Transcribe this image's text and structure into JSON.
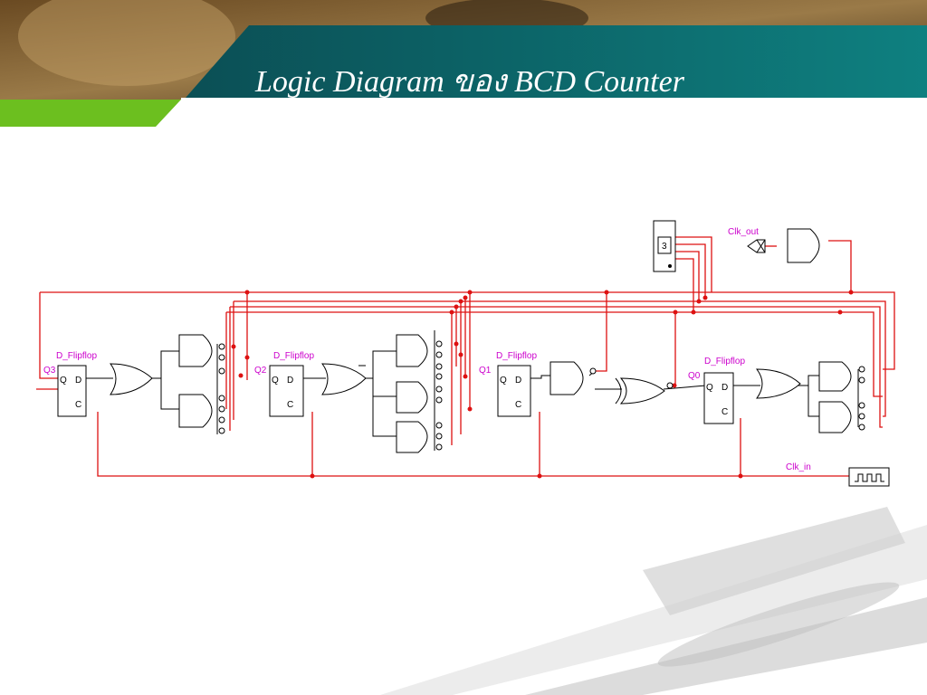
{
  "slide": {
    "title": "Logic Diagram ของ BCD Counter"
  },
  "diagram": {
    "flipflops": [
      {
        "name": "D_Flipflop",
        "q_label": "Q3",
        "pin_q": "Q",
        "pin_d": "D",
        "pin_c": "C"
      },
      {
        "name": "D_Flipflop",
        "q_label": "Q2",
        "pin_q": "Q",
        "pin_d": "D",
        "pin_c": "C"
      },
      {
        "name": "D_Flipflop",
        "q_label": "Q1",
        "pin_q": "Q",
        "pin_d": "D",
        "pin_c": "C"
      },
      {
        "name": "D_Flipflop",
        "q_label": "Q0",
        "pin_q": "Q",
        "pin_d": "D",
        "pin_c": "C"
      }
    ],
    "display_value": "3",
    "clk_out_label": "Clk_out",
    "clk_in_label": "Clk_in"
  },
  "colors": {
    "wire": "#dd1111",
    "banner_teal": "#0d6f70",
    "banner_green": "#6cbf1f",
    "label": "#cc00cc"
  }
}
